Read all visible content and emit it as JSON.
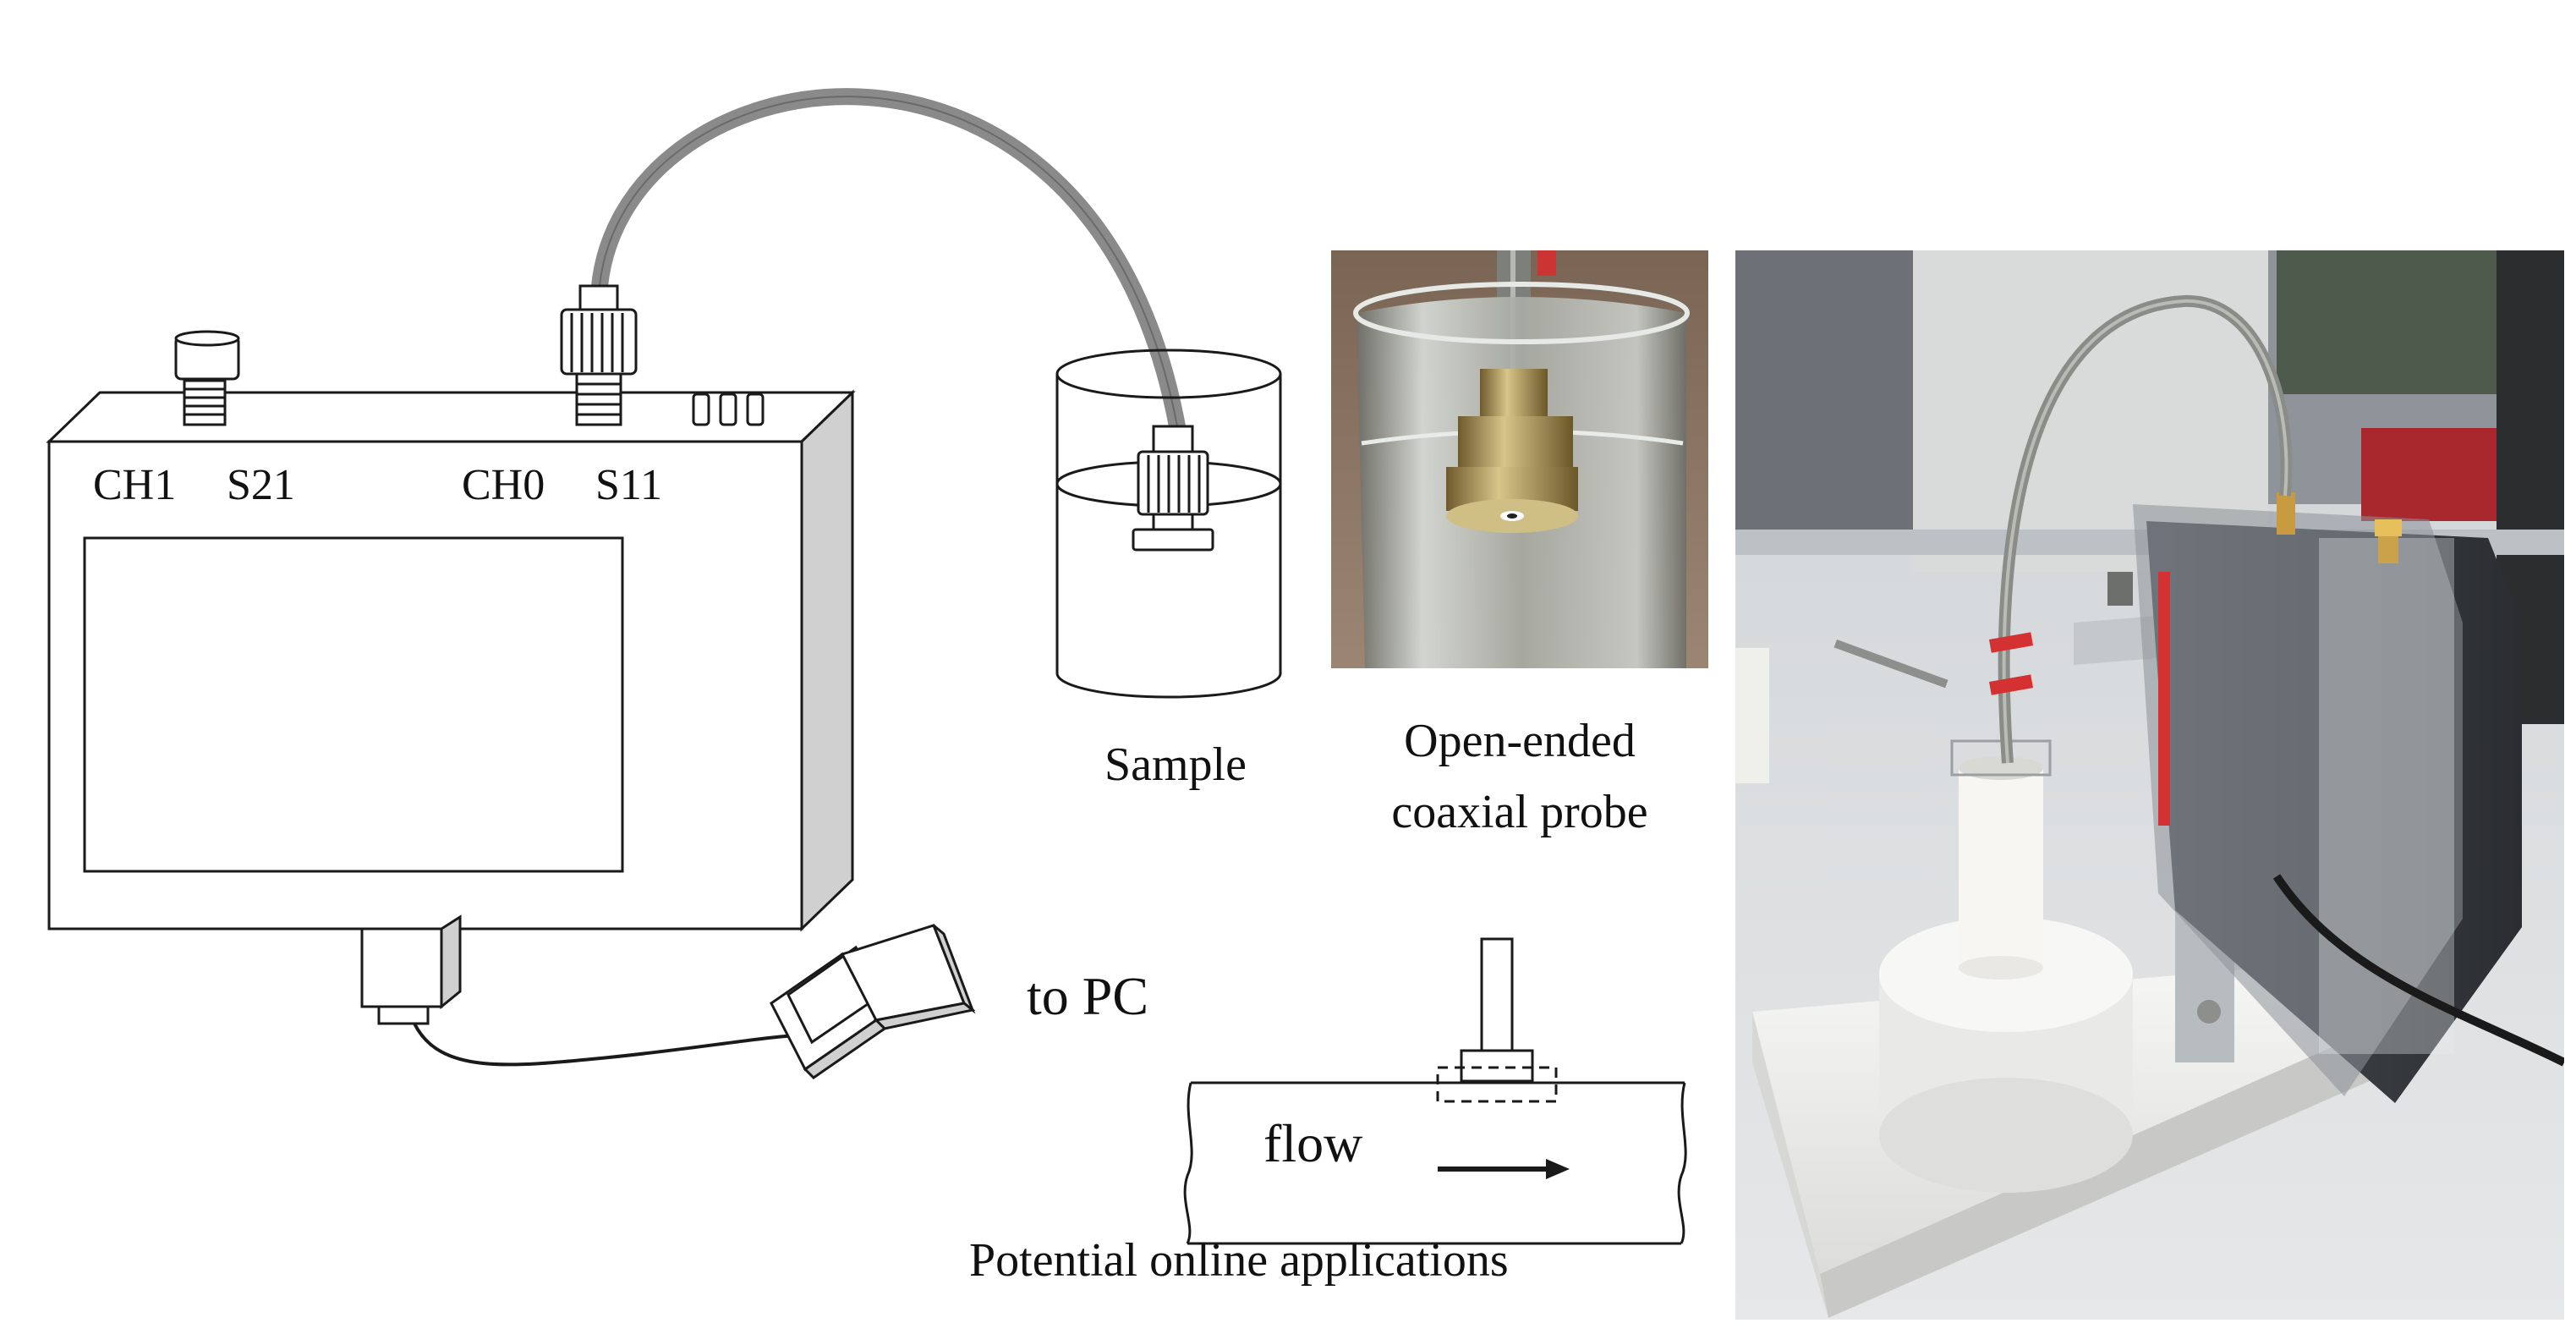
{
  "device": {
    "port_ch1": "CH1",
    "port_s21": "S21",
    "port_ch0": "CH0",
    "port_s11": "S11"
  },
  "labels": {
    "sample": "Sample",
    "probe_line1": "Open-ended",
    "probe_line2": "coaxial probe",
    "to_pc": "to PC",
    "flow": "flow",
    "online_apps": "Potential online applications"
  },
  "colors": {
    "outline": "#1a1a1a",
    "cable": "#8a8a8a",
    "device_side": "#d0d0d0",
    "probe_photo_bg": "#8c7664",
    "setup_photo_bg": "#d9dadb"
  }
}
